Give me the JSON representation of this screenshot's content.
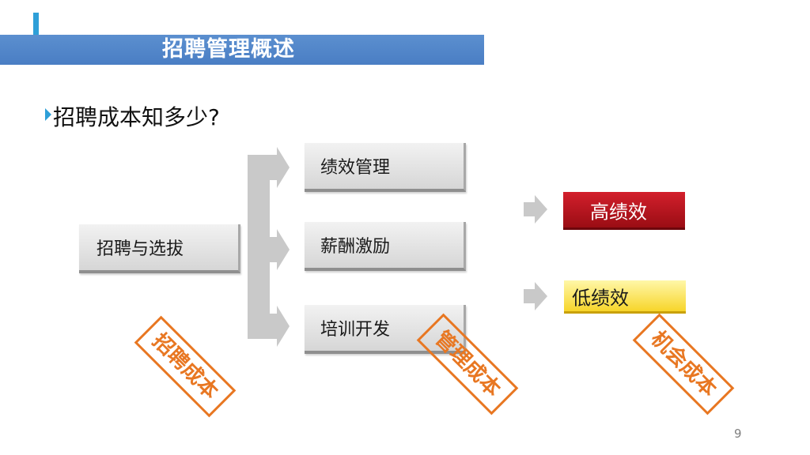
{
  "slide": {
    "title": "招聘管理概述",
    "subtitle": "招聘成本知多少?",
    "page_number": "9"
  },
  "diagram": {
    "source_box": "招聘与选拔",
    "branches": [
      "绩效管理",
      "薪酬激励",
      "培训开发"
    ],
    "outcomes": {
      "high": "高绩效",
      "low": "低绩效"
    },
    "stamps": [
      "招聘成本",
      "管理成本",
      "机会成本"
    ]
  },
  "colors": {
    "title_band": "#4a7ec4",
    "accent": "#2e9fd8",
    "stamp": "#e87722",
    "high": "#c0171f",
    "low": "#f7d52a",
    "connector": "#c8c8c8"
  }
}
